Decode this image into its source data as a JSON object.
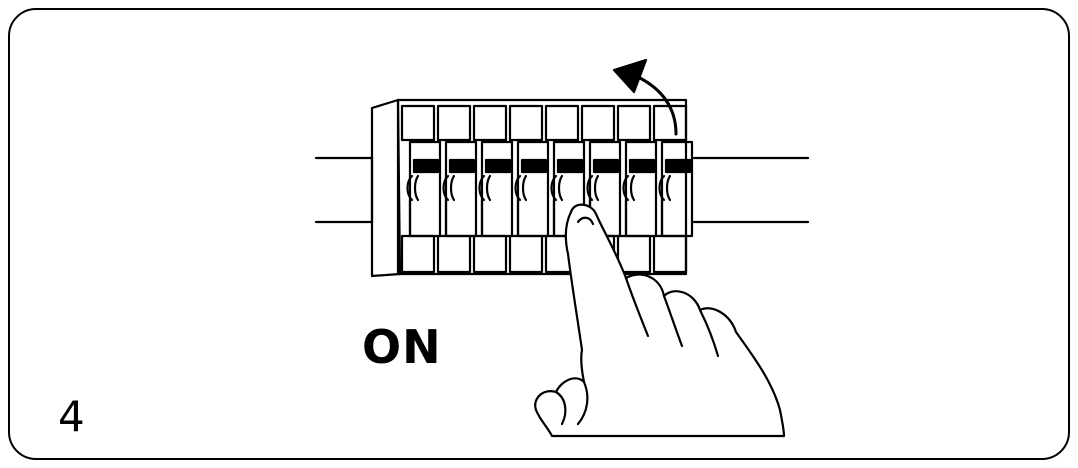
{
  "step": {
    "number": "4"
  },
  "action": {
    "label": "ON"
  },
  "breaker_panel": {
    "breaker_count": 8
  },
  "icons": [
    "circuit-breaker-panel-icon",
    "switch-up-arrow-icon",
    "hand-pointing-icon"
  ],
  "colors": {
    "stroke": "#000000",
    "background": "#ffffff"
  }
}
